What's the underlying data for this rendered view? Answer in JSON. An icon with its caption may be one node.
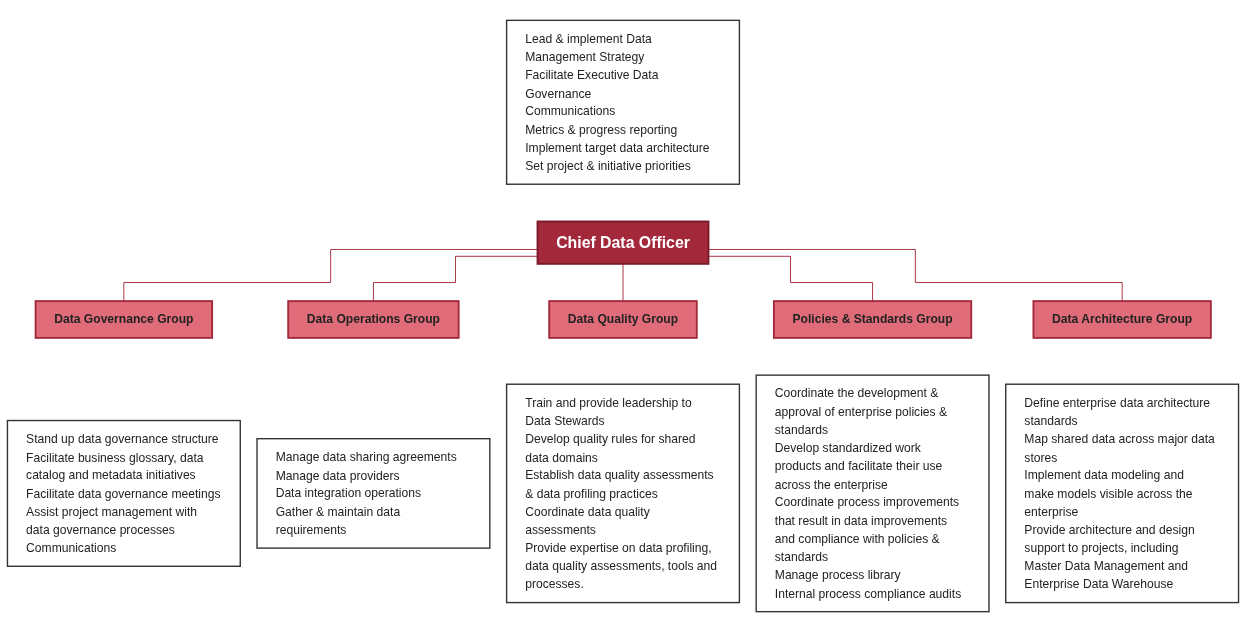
{
  "diagram": {
    "nodes": [
      {
        "text": [
          "Chief Data Officer"
        ]
      },
      {
        "text": [
          "Lead & implement Data Management Strategy",
          "Facilitate Executive Data Governance",
          "Communications",
          "Metrics & progress reporting",
          "Implement target data architecture",
          "Set project & initiative priorities"
        ]
      },
      {
        "text": [
          "Data Governance Group"
        ]
      },
      {
        "text": [
          "Data Operations Group"
        ]
      },
      {
        "text": [
          "Data Quality Group"
        ]
      },
      {
        "text": [
          "Policies & Standards Group"
        ]
      },
      {
        "text": [
          "Data Architecture Group"
        ]
      },
      {
        "text": [
          "Stand up data governance structure",
          "Facilitate business glossary, data catalog and metadata initiatives",
          "Facilitate data governance meetings",
          "Assist project management with data governance processes",
          "Communications"
        ]
      },
      {
        "text": [
          "Manage data sharing agreements",
          "Manage data providers",
          "Data integration operations",
          "Gather & maintain data requirements"
        ]
      },
      {
        "text": [
          "Train and provide leadership to Data Stewards",
          "Develop quality rules for shared data domains",
          "Establish data quality assessments & data profiling practices",
          "Coordinate data quality assessments",
          "Provide expertise on data profiling, data quality assessments, tools and processes."
        ]
      },
      {
        "text": [
          "Coordinate the development & approval of enterprise policies & standards",
          "Develop standardized work products and facilitate their use across the enterprise",
          "Coordinate process improvements that result in data improvements and compliance with policies & standards",
          "Manage process library",
          "Internal process compliance audits"
        ]
      },
      {
        "text": [
          "Define enterprise data architecture standards",
          "Map shared data across major data stores",
          "Implement data modeling and make models visible across the enterprise",
          "Provide architecture and design support to projects, including Master Data Management and Enterprise Data Warehouse"
        ]
      }
    ],
    "edges": [
      {
        "from": 0,
        "to": 2,
        "arrow": "none"
      },
      {
        "from": 0,
        "to": 3,
        "arrow": "none"
      },
      {
        "from": 0,
        "to": 4,
        "arrow": "none"
      },
      {
        "from": 0,
        "to": 5,
        "arrow": "none"
      },
      {
        "from": 0,
        "to": 6,
        "arrow": "none"
      }
    ]
  }
}
